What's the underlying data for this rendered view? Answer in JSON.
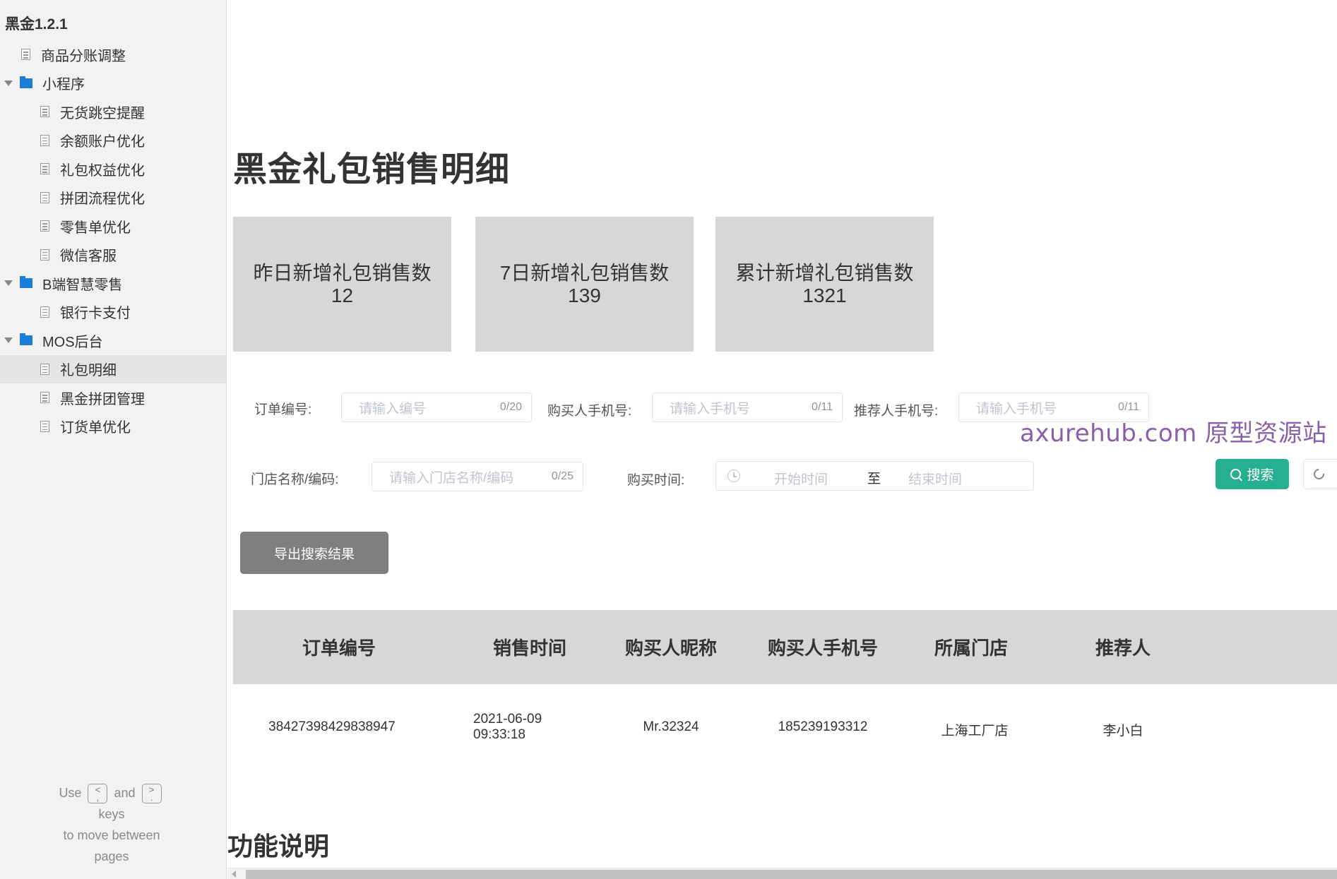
{
  "sidebar": {
    "title": "黑金1.2.1",
    "items": [
      {
        "label": "商品分账调整",
        "type": "page",
        "level": 1
      },
      {
        "label": "小程序",
        "type": "folder",
        "level": 1
      },
      {
        "label": "无货跳空提醒",
        "type": "page",
        "level": 2
      },
      {
        "label": "余额账户优化",
        "type": "page",
        "level": 2
      },
      {
        "label": "礼包权益优化",
        "type": "page",
        "level": 2
      },
      {
        "label": "拼团流程优化",
        "type": "page",
        "level": 2
      },
      {
        "label": "零售单优化",
        "type": "page",
        "level": 2
      },
      {
        "label": "微信客服",
        "type": "page",
        "level": 2
      },
      {
        "label": "B端智慧零售",
        "type": "folder",
        "level": 1
      },
      {
        "label": "银行卡支付",
        "type": "page",
        "level": 2
      },
      {
        "label": "MOS后台",
        "type": "folder",
        "level": 1
      },
      {
        "label": "礼包明细",
        "type": "page",
        "level": 2,
        "selected": true
      },
      {
        "label": "黑金拼团管理",
        "type": "page",
        "level": 2
      },
      {
        "label": "订货单优化",
        "type": "page",
        "level": 2
      }
    ],
    "hint": {
      "use": "Use",
      "prev_key_top": "<",
      "prev_key_bottom": ",",
      "and": "and",
      "next_key_top": ">",
      "next_key_bottom": ".",
      "keys": "keys",
      "line2": "to move between",
      "line3": "pages"
    }
  },
  "main": {
    "page_title": "黑金礼包销售明细",
    "cards": [
      {
        "label": "昨日新增礼包销售数",
        "value": "12"
      },
      {
        "label": "7日新增礼包销售数",
        "value": "139"
      },
      {
        "label": "累计新增礼包销售数",
        "value": "1321"
      }
    ],
    "filters": {
      "order_no": {
        "label": "订单编号:",
        "placeholder": "请输入编号",
        "count": "0/20"
      },
      "buyer_phone": {
        "label": "购买人手机号:",
        "placeholder": "请输入手机号",
        "count": "0/11"
      },
      "referrer_phone": {
        "label": "推荐人手机号:",
        "placeholder": "请输入手机号",
        "count": "0/11"
      },
      "store": {
        "label": "门店名称/编码:",
        "placeholder": "请输入门店名称/编码",
        "count": "0/25"
      },
      "purchase_time": {
        "label": "购买时间:",
        "start_placeholder": "开始时间",
        "separator": "至",
        "end_placeholder": "结束时间"
      }
    },
    "search_button": "搜索",
    "reset_button": "",
    "watermark": "axurehub.com 原型资源站",
    "export_button": "导出搜索结果",
    "table": {
      "columns": [
        "订单编号",
        "销售时间",
        "购买人昵称",
        "购买人手机号",
        "所属门店",
        "推荐人"
      ],
      "rows": [
        [
          "38427398429838947",
          "2021-06-09 09:33:18",
          "Mr.32324",
          "185239193312",
          "上海工厂店",
          "李小白"
        ]
      ]
    },
    "section_title": "功能说明"
  },
  "colors": {
    "accent": "#26b08f",
    "folder": "#1a7ed6",
    "card_bg": "#d7d7d7",
    "export_bg": "#7f7f7f",
    "watermark": "#8a5fa8"
  }
}
